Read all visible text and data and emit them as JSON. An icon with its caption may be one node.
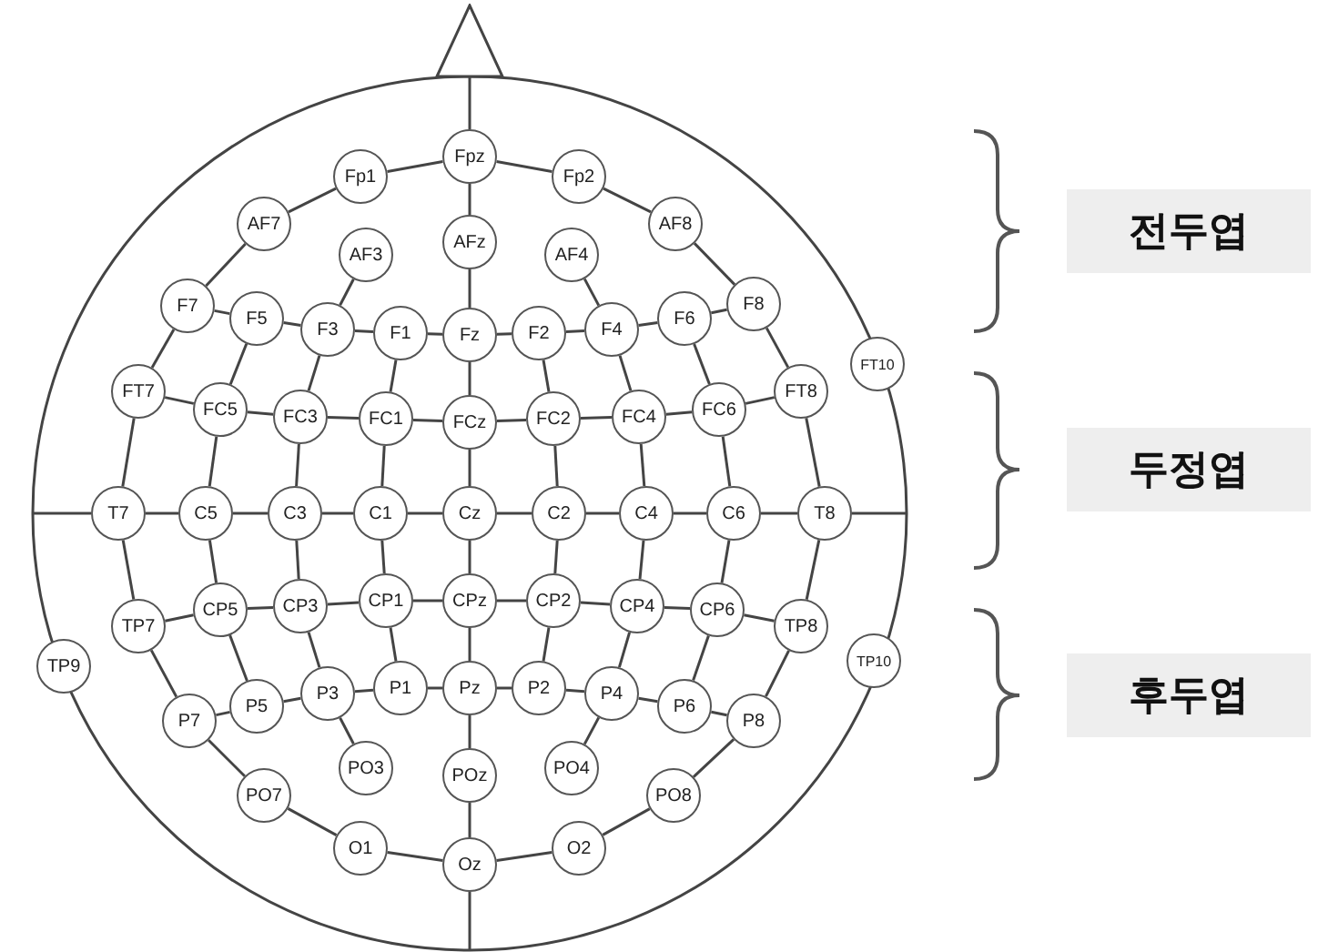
{
  "diagram": {
    "nodes": [
      {
        "text": [
          "Fpz"
        ]
      },
      {
        "text": [
          "Fp1"
        ]
      },
      {
        "text": [
          "Fp2"
        ]
      },
      {
        "text": [
          "AF7"
        ]
      },
      {
        "text": [
          "AF3"
        ]
      },
      {
        "text": [
          "AFz"
        ]
      },
      {
        "text": [
          "AF4"
        ]
      },
      {
        "text": [
          "AF8"
        ]
      },
      {
        "text": [
          "F7"
        ]
      },
      {
        "text": [
          "F5"
        ]
      },
      {
        "text": [
          "F3"
        ]
      },
      {
        "text": [
          "F1"
        ]
      },
      {
        "text": [
          "Fz"
        ]
      },
      {
        "text": [
          "F2"
        ]
      },
      {
        "text": [
          "F4"
        ]
      },
      {
        "text": [
          "F6"
        ]
      },
      {
        "text": [
          "F8"
        ]
      },
      {
        "text": [
          "FT10"
        ]
      },
      {
        "text": [
          "FT7"
        ]
      },
      {
        "text": [
          "FC5"
        ]
      },
      {
        "text": [
          "FC3"
        ]
      },
      {
        "text": [
          "FC1"
        ]
      },
      {
        "text": [
          "FCz"
        ]
      },
      {
        "text": [
          "FC2"
        ]
      },
      {
        "text": [
          "FC4"
        ]
      },
      {
        "text": [
          "FC6"
        ]
      },
      {
        "text": [
          "FT8"
        ]
      },
      {
        "text": [
          "T7"
        ]
      },
      {
        "text": [
          "C5"
        ]
      },
      {
        "text": [
          "C3"
        ]
      },
      {
        "text": [
          "C1"
        ]
      },
      {
        "text": [
          "Cz"
        ]
      },
      {
        "text": [
          "C2"
        ]
      },
      {
        "text": [
          "C4"
        ]
      },
      {
        "text": [
          "C6"
        ]
      },
      {
        "text": [
          "T8"
        ]
      },
      {
        "text": [
          "TP7"
        ]
      },
      {
        "text": [
          "CP5"
        ]
      },
      {
        "text": [
          "CP3"
        ]
      },
      {
        "text": [
          "CP1"
        ]
      },
      {
        "text": [
          "CPz"
        ]
      },
      {
        "text": [
          "CP2"
        ]
      },
      {
        "text": [
          "CP4"
        ]
      },
      {
        "text": [
          "CP6"
        ]
      },
      {
        "text": [
          "TP8"
        ]
      },
      {
        "text": [
          "TP9"
        ]
      },
      {
        "text": [
          "TP10"
        ]
      },
      {
        "text": [
          "P7"
        ]
      },
      {
        "text": [
          "P5"
        ]
      },
      {
        "text": [
          "P3"
        ]
      },
      {
        "text": [
          "P1"
        ]
      },
      {
        "text": [
          "Pz"
        ]
      },
      {
        "text": [
          "P2"
        ]
      },
      {
        "text": [
          "P4"
        ]
      },
      {
        "text": [
          "P6"
        ]
      },
      {
        "text": [
          "P8"
        ]
      },
      {
        "text": [
          "PO3"
        ]
      },
      {
        "text": [
          "POz"
        ]
      },
      {
        "text": [
          "PO4"
        ]
      },
      {
        "text": [
          "PO7"
        ]
      },
      {
        "text": [
          "PO8"
        ]
      },
      {
        "text": [
          "O1"
        ]
      },
      {
        "text": [
          "Oz"
        ]
      },
      {
        "text": [
          "O2"
        ]
      },
      {
        "text": [
          "전두엽"
        ]
      },
      {
        "text": [
          "두정엽"
        ]
      },
      {
        "text": [
          "후두엽"
        ]
      },
      {
        "text": [],
        "shape": "triangle"
      }
    ],
    "edges": [
      {
        "from": 0,
        "to": 1,
        "arrow": "none"
      },
      {
        "from": 1,
        "to": 3,
        "arrow": "none"
      },
      {
        "from": 3,
        "to": 8,
        "arrow": "none"
      },
      {
        "from": 8,
        "to": 18,
        "arrow": "none"
      },
      {
        "from": 18,
        "to": 27,
        "arrow": "none"
      },
      {
        "from": 27,
        "to": 36,
        "arrow": "none"
      },
      {
        "from": 36,
        "to": 47,
        "arrow": "none"
      },
      {
        "from": 47,
        "to": 59,
        "arrow": "none"
      },
      {
        "from": 59,
        "to": 61,
        "arrow": "none"
      },
      {
        "from": 61,
        "to": 62,
        "arrow": "none"
      },
      {
        "from": 0,
        "to": 2,
        "arrow": "none"
      },
      {
        "from": 2,
        "to": 7,
        "arrow": "none"
      },
      {
        "from": 7,
        "to": 16,
        "arrow": "none"
      },
      {
        "from": 16,
        "to": 26,
        "arrow": "none"
      },
      {
        "from": 26,
        "to": 35,
        "arrow": "none"
      },
      {
        "from": 35,
        "to": 44,
        "arrow": "none"
      },
      {
        "from": 44,
        "to": 55,
        "arrow": "none"
      },
      {
        "from": 55,
        "to": 60,
        "arrow": "none"
      },
      {
        "from": 60,
        "to": 63,
        "arrow": "none"
      },
      {
        "from": 63,
        "to": 62,
        "arrow": "none"
      },
      {
        "from": 0,
        "to": 5,
        "arrow": "none"
      },
      {
        "from": 5,
        "to": 12,
        "arrow": "none"
      },
      {
        "from": 12,
        "to": 22,
        "arrow": "none"
      },
      {
        "from": 22,
        "to": 31,
        "arrow": "none"
      },
      {
        "from": 31,
        "to": 40,
        "arrow": "none"
      },
      {
        "from": 40,
        "to": 51,
        "arrow": "none"
      },
      {
        "from": 51,
        "to": 57,
        "arrow": "none"
      },
      {
        "from": 57,
        "to": 62,
        "arrow": "none"
      },
      {
        "from": 8,
        "to": 9,
        "arrow": "none"
      },
      {
        "from": 9,
        "to": 10,
        "arrow": "none"
      },
      {
        "from": 10,
        "to": 11,
        "arrow": "none"
      },
      {
        "from": 11,
        "to": 12,
        "arrow": "none"
      },
      {
        "from": 12,
        "to": 13,
        "arrow": "none"
      },
      {
        "from": 13,
        "to": 14,
        "arrow": "none"
      },
      {
        "from": 14,
        "to": 15,
        "arrow": "none"
      },
      {
        "from": 15,
        "to": 16,
        "arrow": "none"
      },
      {
        "from": 18,
        "to": 19,
        "arrow": "none"
      },
      {
        "from": 19,
        "to": 20,
        "arrow": "none"
      },
      {
        "from": 20,
        "to": 21,
        "arrow": "none"
      },
      {
        "from": 21,
        "to": 22,
        "arrow": "none"
      },
      {
        "from": 22,
        "to": 23,
        "arrow": "none"
      },
      {
        "from": 23,
        "to": 24,
        "arrow": "none"
      },
      {
        "from": 24,
        "to": 25,
        "arrow": "none"
      },
      {
        "from": 25,
        "to": 26,
        "arrow": "none"
      },
      {
        "from": 27,
        "to": 28,
        "arrow": "none"
      },
      {
        "from": 28,
        "to": 29,
        "arrow": "none"
      },
      {
        "from": 29,
        "to": 30,
        "arrow": "none"
      },
      {
        "from": 30,
        "to": 31,
        "arrow": "none"
      },
      {
        "from": 31,
        "to": 32,
        "arrow": "none"
      },
      {
        "from": 32,
        "to": 33,
        "arrow": "none"
      },
      {
        "from": 33,
        "to": 34,
        "arrow": "none"
      },
      {
        "from": 34,
        "to": 35,
        "arrow": "none"
      },
      {
        "from": 36,
        "to": 37,
        "arrow": "none"
      },
      {
        "from": 37,
        "to": 38,
        "arrow": "none"
      },
      {
        "from": 38,
        "to": 39,
        "arrow": "none"
      },
      {
        "from": 39,
        "to": 40,
        "arrow": "none"
      },
      {
        "from": 40,
        "to": 41,
        "arrow": "none"
      },
      {
        "from": 41,
        "to": 42,
        "arrow": "none"
      },
      {
        "from": 42,
        "to": 43,
        "arrow": "none"
      },
      {
        "from": 43,
        "to": 44,
        "arrow": "none"
      },
      {
        "from": 47,
        "to": 48,
        "arrow": "none"
      },
      {
        "from": 48,
        "to": 49,
        "arrow": "none"
      },
      {
        "from": 49,
        "to": 50,
        "arrow": "none"
      },
      {
        "from": 50,
        "to": 51,
        "arrow": "none"
      },
      {
        "from": 51,
        "to": 52,
        "arrow": "none"
      },
      {
        "from": 52,
        "to": 53,
        "arrow": "none"
      },
      {
        "from": 53,
        "to": 54,
        "arrow": "none"
      },
      {
        "from": 54,
        "to": 55,
        "arrow": "none"
      },
      {
        "from": 4,
        "to": 10,
        "arrow": "none"
      },
      {
        "from": 9,
        "to": 19,
        "arrow": "none"
      },
      {
        "from": 19,
        "to": 28,
        "arrow": "none"
      },
      {
        "from": 28,
        "to": 37,
        "arrow": "none"
      },
      {
        "from": 37,
        "to": 48,
        "arrow": "none"
      },
      {
        "from": 10,
        "to": 20,
        "arrow": "none"
      },
      {
        "from": 20,
        "to": 29,
        "arrow": "none"
      },
      {
        "from": 29,
        "to": 38,
        "arrow": "none"
      },
      {
        "from": 38,
        "to": 49,
        "arrow": "none"
      },
      {
        "from": 49,
        "to": 56,
        "arrow": "none"
      },
      {
        "from": 11,
        "to": 21,
        "arrow": "none"
      },
      {
        "from": 21,
        "to": 30,
        "arrow": "none"
      },
      {
        "from": 30,
        "to": 39,
        "arrow": "none"
      },
      {
        "from": 39,
        "to": 50,
        "arrow": "none"
      },
      {
        "from": 6,
        "to": 14,
        "arrow": "none"
      },
      {
        "from": 15,
        "to": 25,
        "arrow": "none"
      },
      {
        "from": 25,
        "to": 34,
        "arrow": "none"
      },
      {
        "from": 34,
        "to": 43,
        "arrow": "none"
      },
      {
        "from": 43,
        "to": 54,
        "arrow": "none"
      },
      {
        "from": 14,
        "to": 24,
        "arrow": "none"
      },
      {
        "from": 24,
        "to": 33,
        "arrow": "none"
      },
      {
        "from": 33,
        "to": 42,
        "arrow": "none"
      },
      {
        "from": 42,
        "to": 53,
        "arrow": "none"
      },
      {
        "from": 53,
        "to": 58,
        "arrow": "none"
      },
      {
        "from": 13,
        "to": 23,
        "arrow": "none"
      },
      {
        "from": 23,
        "to": 32,
        "arrow": "none"
      },
      {
        "from": 32,
        "to": 41,
        "arrow": "none"
      },
      {
        "from": 41,
        "to": 52,
        "arrow": "none"
      },
      {
        "from": 67,
        "to": 0,
        "arrow": "none"
      },
      {
        "from": null,
        "to": 27,
        "arrow": "none"
      },
      {
        "from": 35,
        "to": null,
        "arrow": "none"
      },
      {
        "from": 62,
        "to": null,
        "arrow": "none"
      }
    ]
  }
}
